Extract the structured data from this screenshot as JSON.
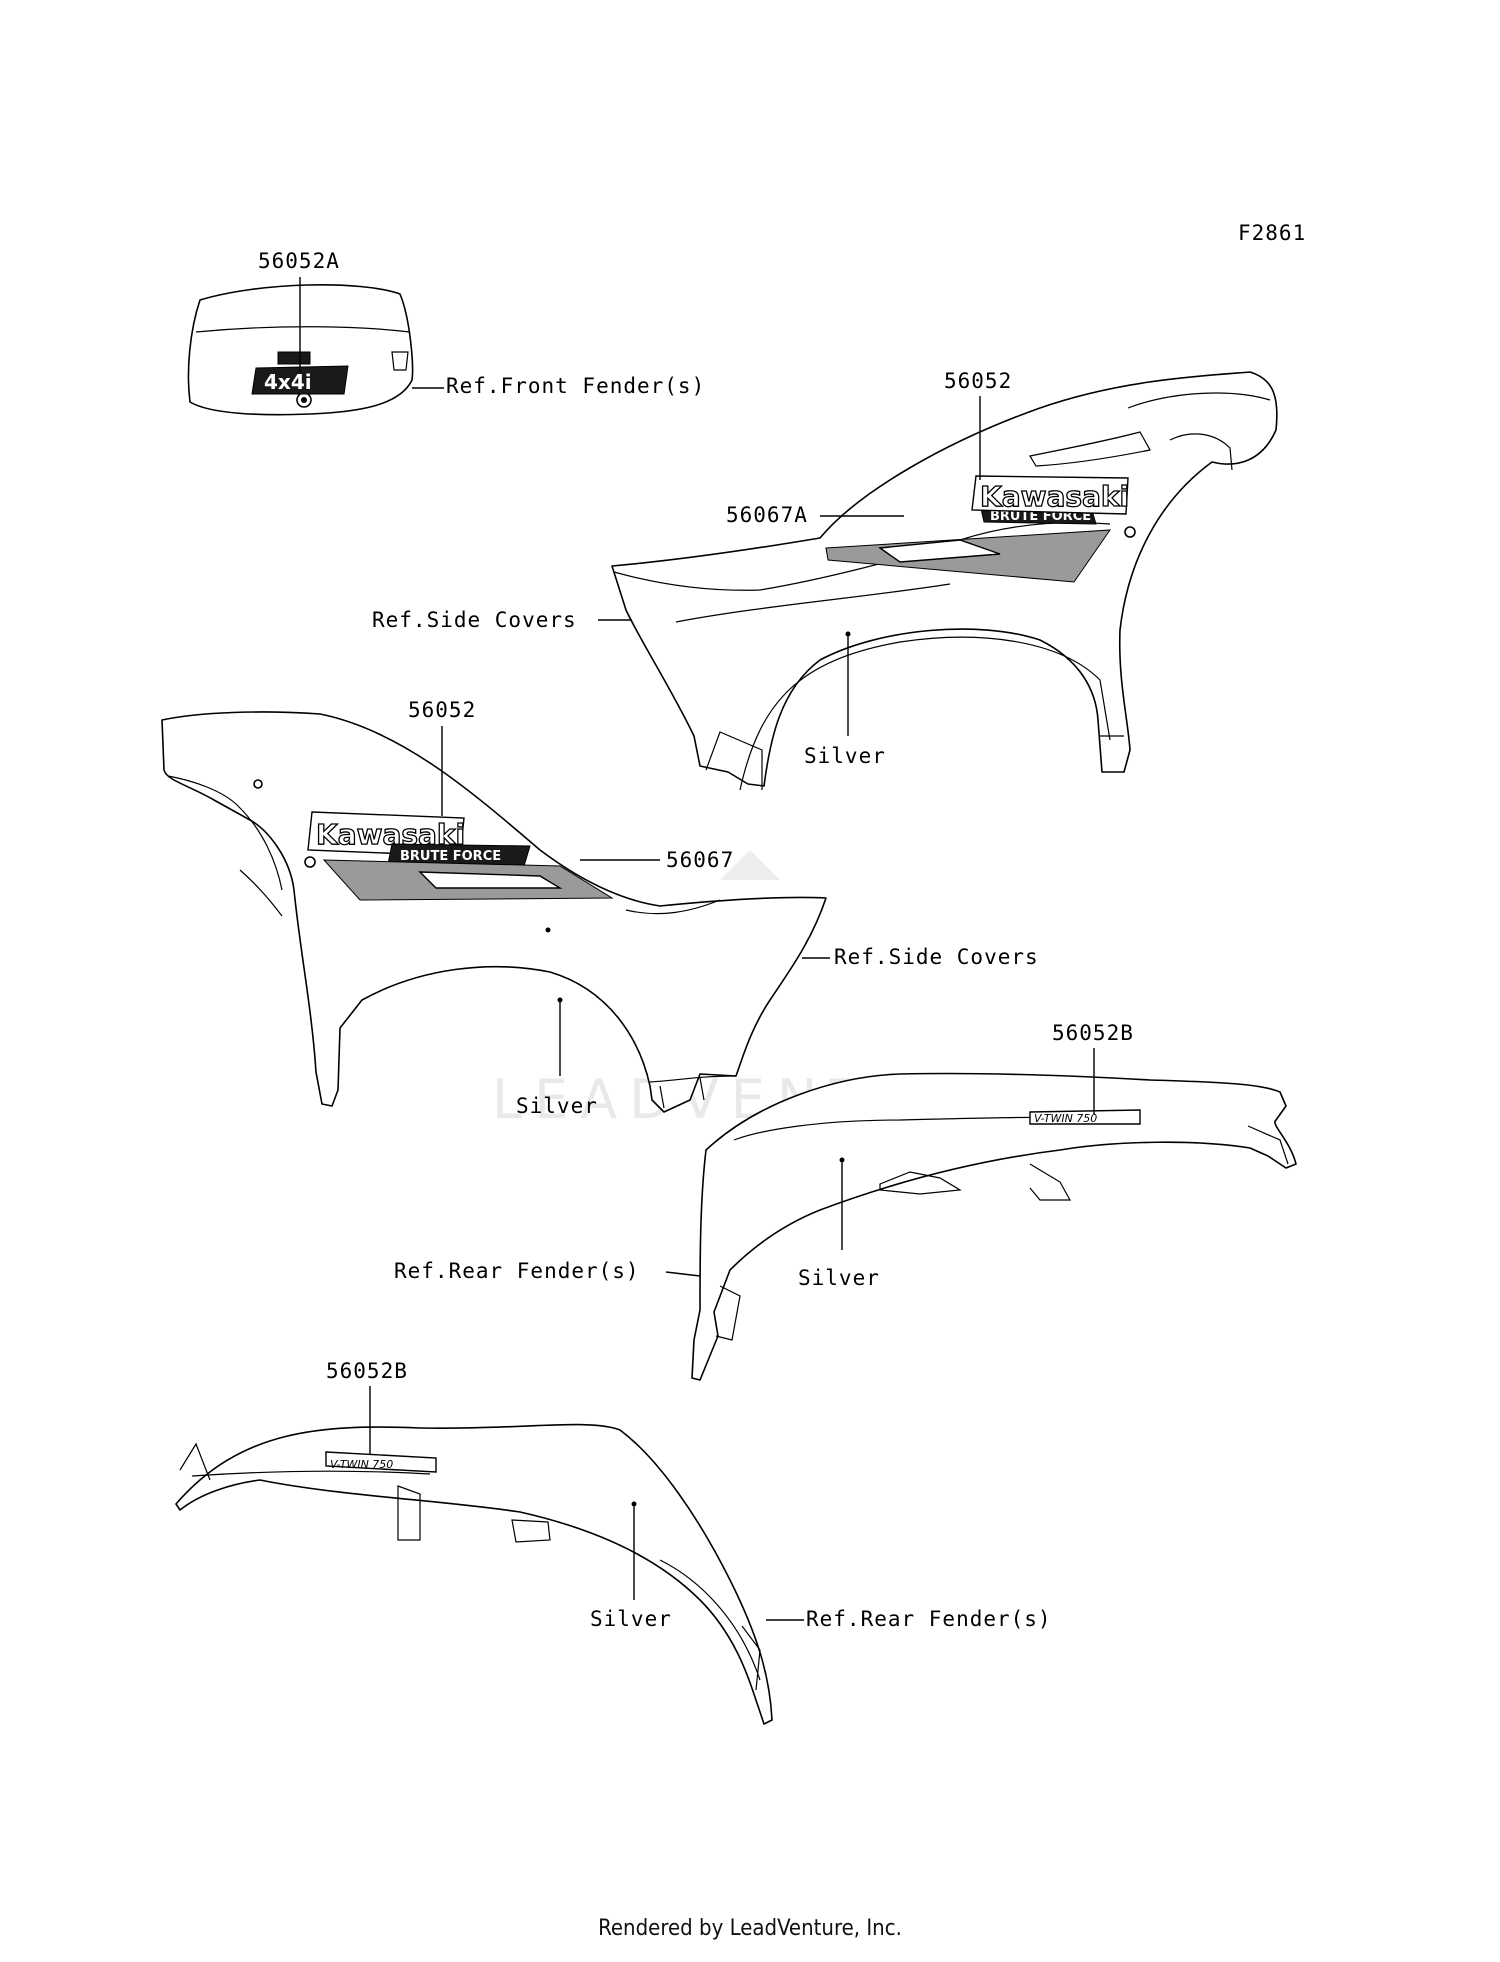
{
  "figure_code": "F2861",
  "labels": {
    "p56052A": "56052A",
    "ref_front_fender": "Ref.Front Fender(s)",
    "p56052_right": "56052",
    "p56067A": "56067A",
    "ref_side_covers_right": "Ref.Side Covers",
    "silver_right": "Silver",
    "p56052_left": "56052",
    "p56067": "56067",
    "ref_side_covers_left": "Ref.Side Covers",
    "silver_left": "Silver",
    "p56052B_upper": "56052B",
    "ref_rear_fender_upper": "Ref.Rear Fender(s)",
    "silver_rear_upper": "Silver",
    "p56052B_lower": "56052B",
    "silver_rear_lower": "Silver",
    "ref_rear_fender_lower": "Ref.Rear Fender(s)"
  },
  "decals": {
    "kawasaki": "Kawasaki",
    "brute_force": "BRUTE FORCE",
    "four_by_four": "4x4i",
    "vtwin": "V-TWIN 750"
  },
  "watermark": "LEADVENTURE",
  "footer": "Rendered by LeadVenture, Inc."
}
